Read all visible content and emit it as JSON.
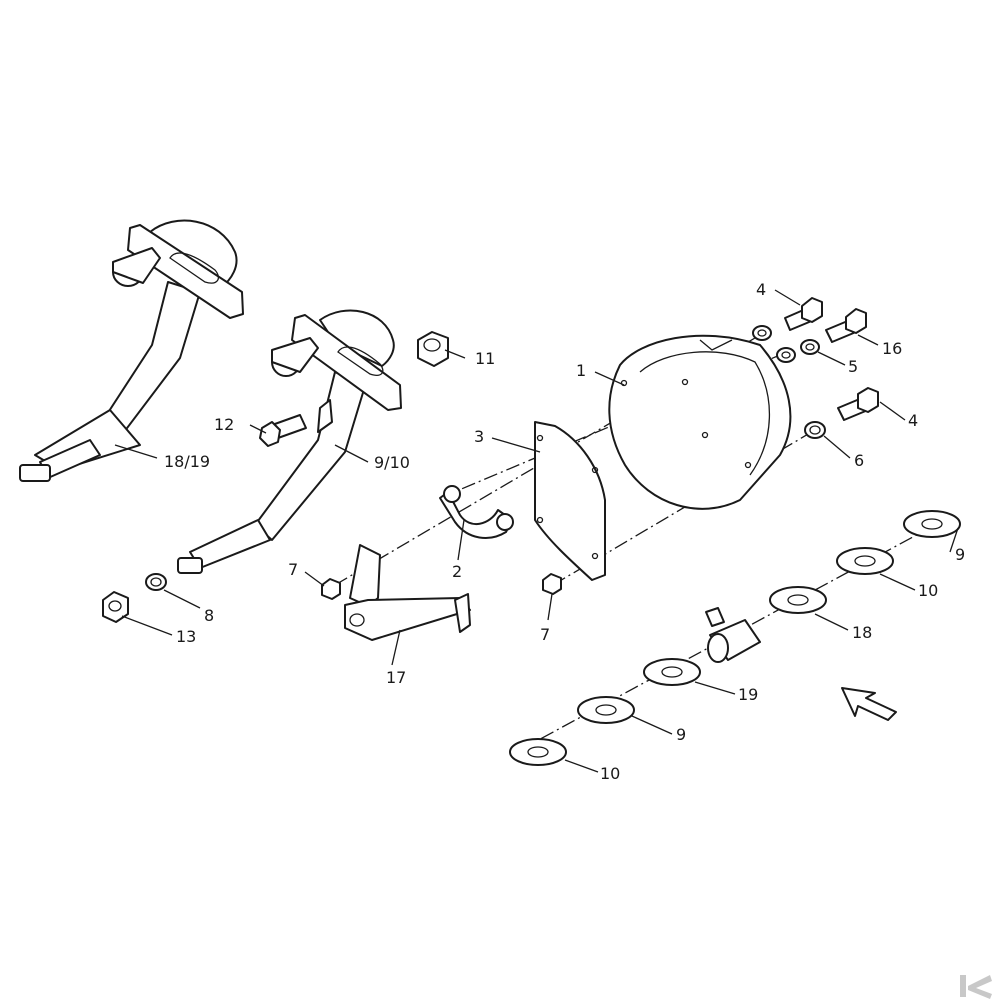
{
  "callouts": {
    "c1": "1",
    "c2": "2",
    "c3": "3",
    "c4a": "4",
    "c4b": "4",
    "c5": "5",
    "c6": "6",
    "c7a": "7",
    "c7b": "7",
    "c8": "8",
    "c9a": "9",
    "c9b": "9",
    "c910": "9/10",
    "c10a": "10",
    "c10b": "10",
    "c11": "11",
    "c12": "12",
    "c13": "13",
    "c16": "16",
    "c17": "17",
    "c18": "18",
    "c1819": "18/19",
    "c19": "19"
  },
  "colors": {
    "line": "#1a1a1a",
    "background": "#ffffff",
    "logo": "#c8c8c8"
  },
  "icons": {
    "direction": "direction-arrow-icon",
    "brand": "brand-logo-icon"
  }
}
